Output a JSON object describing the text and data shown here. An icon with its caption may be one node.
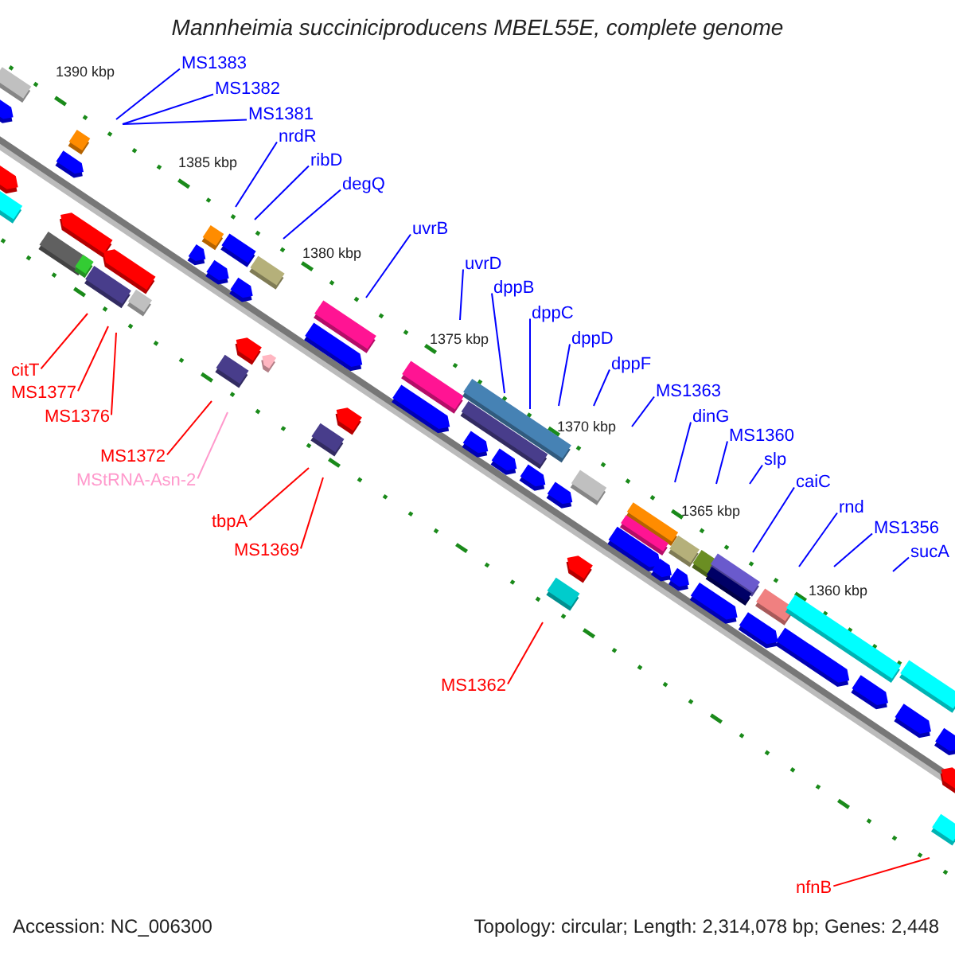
{
  "diagram": {
    "title": "Mannheimia succiniciproducens MBEL55E, complete genome",
    "nodes": [
      {
        "text": [
          "MS1383"
        ]
      },
      {
        "text": [
          "MS1382"
        ]
      },
      {
        "text": [
          "MS1381"
        ]
      },
      {
        "text": [
          "nrdR"
        ]
      },
      {
        "text": [
          "ribD"
        ]
      },
      {
        "text": [
          "degQ"
        ]
      },
      {
        "text": [
          "uvrB"
        ]
      },
      {
        "text": [
          "uvrD"
        ]
      },
      {
        "text": [
          "dppB"
        ]
      },
      {
        "text": [
          "dppC"
        ]
      },
      {
        "text": [
          "dppD"
        ]
      },
      {
        "text": [
          "dppF"
        ]
      },
      {
        "text": [
          "MS1363"
        ]
      },
      {
        "text": [
          "dinG"
        ]
      },
      {
        "text": [
          "MS1360"
        ]
      },
      {
        "text": [
          "slp"
        ]
      },
      {
        "text": [
          "caiC"
        ]
      },
      {
        "text": [
          "rnd"
        ]
      },
      {
        "text": [
          "MS1356"
        ]
      },
      {
        "text": [
          "sucA"
        ]
      },
      {
        "text": [
          "citT"
        ]
      },
      {
        "text": [
          "MS1377"
        ]
      },
      {
        "text": [
          "MS1376"
        ]
      },
      {
        "text": [
          "MS1372"
        ]
      },
      {
        "text": [
          "MStRNA-Asn-2"
        ]
      },
      {
        "text": [
          "tbpA"
        ]
      },
      {
        "text": [
          "MS1369"
        ]
      },
      {
        "text": [
          "MS1362"
        ]
      },
      {
        "text": [
          "nfnB"
        ]
      }
    ],
    "edges": [
      {
        "from": 0,
        "to": null,
        "arrow": "none"
      },
      {
        "from": 1,
        "to": null,
        "arrow": "none"
      },
      {
        "from": 2,
        "to": null,
        "arrow": "none"
      },
      {
        "from": 3,
        "to": null,
        "arrow": "none"
      },
      {
        "from": 4,
        "to": null,
        "arrow": "none"
      },
      {
        "from": 5,
        "to": null,
        "arrow": "none"
      },
      {
        "from": 6,
        "to": null,
        "arrow": "none"
      },
      {
        "from": 7,
        "to": null,
        "arrow": "none"
      },
      {
        "from": 8,
        "to": null,
        "arrow": "none"
      },
      {
        "from": 9,
        "to": null,
        "arrow": "none"
      },
      {
        "from": 10,
        "to": null,
        "arrow": "none"
      },
      {
        "from": 11,
        "to": null,
        "arrow": "none"
      },
      {
        "from": 12,
        "to": null,
        "arrow": "none"
      },
      {
        "from": 13,
        "to": null,
        "arrow": "none"
      },
      {
        "from": 14,
        "to": null,
        "arrow": "none"
      },
      {
        "from": 15,
        "to": null,
        "arrow": "none"
      },
      {
        "from": 16,
        "to": null,
        "arrow": "none"
      },
      {
        "from": 17,
        "to": null,
        "arrow": "none"
      },
      {
        "from": 18,
        "to": null,
        "arrow": "none"
      },
      {
        "from": 19,
        "to": null,
        "arrow": "none"
      },
      {
        "from": 20,
        "to": null,
        "arrow": "none",
        "color": "#ff0000"
      },
      {
        "from": 21,
        "to": null,
        "arrow": "none",
        "color": "#ff0000"
      },
      {
        "from": 22,
        "to": null,
        "arrow": "none",
        "color": "#ff0000"
      },
      {
        "from": 23,
        "to": null,
        "arrow": "none",
        "color": "#ff0000"
      },
      {
        "from": 24,
        "to": null,
        "arrow": "none",
        "color": "#ff99cc"
      },
      {
        "from": 25,
        "to": null,
        "arrow": "none",
        "color": "#ff0000"
      },
      {
        "from": 26,
        "to": null,
        "arrow": "none",
        "color": "#ff0000"
      },
      {
        "from": 27,
        "to": null,
        "arrow": "none",
        "color": "#ff0000"
      },
      {
        "from": 28,
        "to": null,
        "arrow": "none",
        "color": "#ff0000"
      }
    ],
    "labels": [
      "1390 kbp",
      "1385 kbp",
      "1380 kbp",
      "1375 kbp",
      "1370 kbp",
      "1365 kbp",
      "1360 kbp",
      "Accession: NC_006300",
      "Topology: circular; Length: 2,314,078 bp; Genes: 2,448"
    ]
  }
}
